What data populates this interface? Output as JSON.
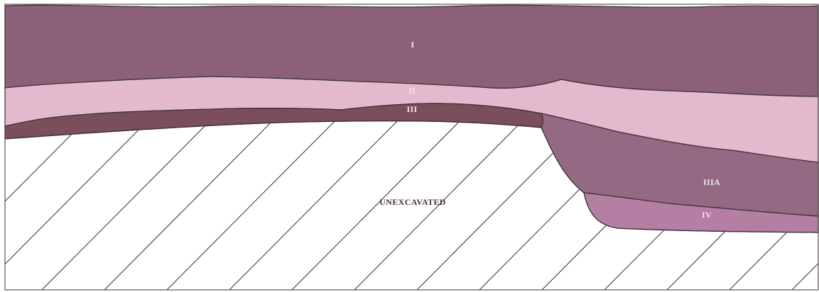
{
  "profile": {
    "layers": [
      {
        "id": "layer-i",
        "label": "I",
        "color": "#8c6078"
      },
      {
        "id": "layer-ii",
        "label": "II",
        "color": "#e3b9ce"
      },
      {
        "id": "layer-iii",
        "label": "III",
        "color": "#7a4e5b"
      },
      {
        "id": "layer-iiia",
        "label": "IIIA",
        "color": "#946983"
      },
      {
        "id": "layer-iv",
        "label": "IV",
        "color": "#b57ea3"
      }
    ],
    "unexcavated": {
      "label": "UNEXCAVATED",
      "hatch_color": "#2e2a30"
    },
    "outline_color": "#3a3038"
  }
}
